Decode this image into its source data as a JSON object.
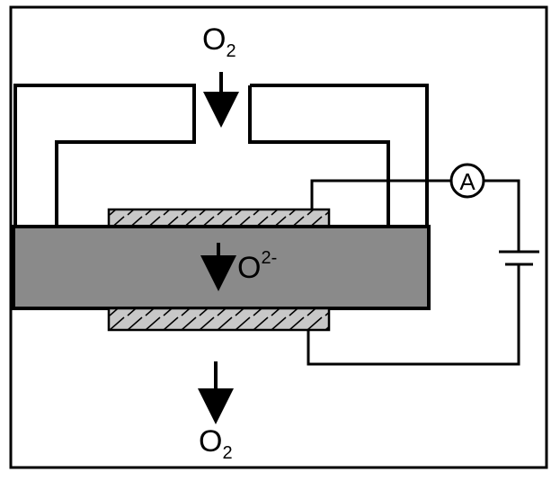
{
  "labels": {
    "top_gas": "O",
    "top_gas_subscript": "2",
    "bottom_gas": "O",
    "bottom_gas_subscript": "2",
    "ion": "O",
    "ion_superscript": "2-",
    "ammeter": "A"
  },
  "colors": {
    "line": "#000000",
    "background": "#ffffff",
    "electrolyte": "#8a8a8a",
    "electrode": "#c8c8c8"
  }
}
